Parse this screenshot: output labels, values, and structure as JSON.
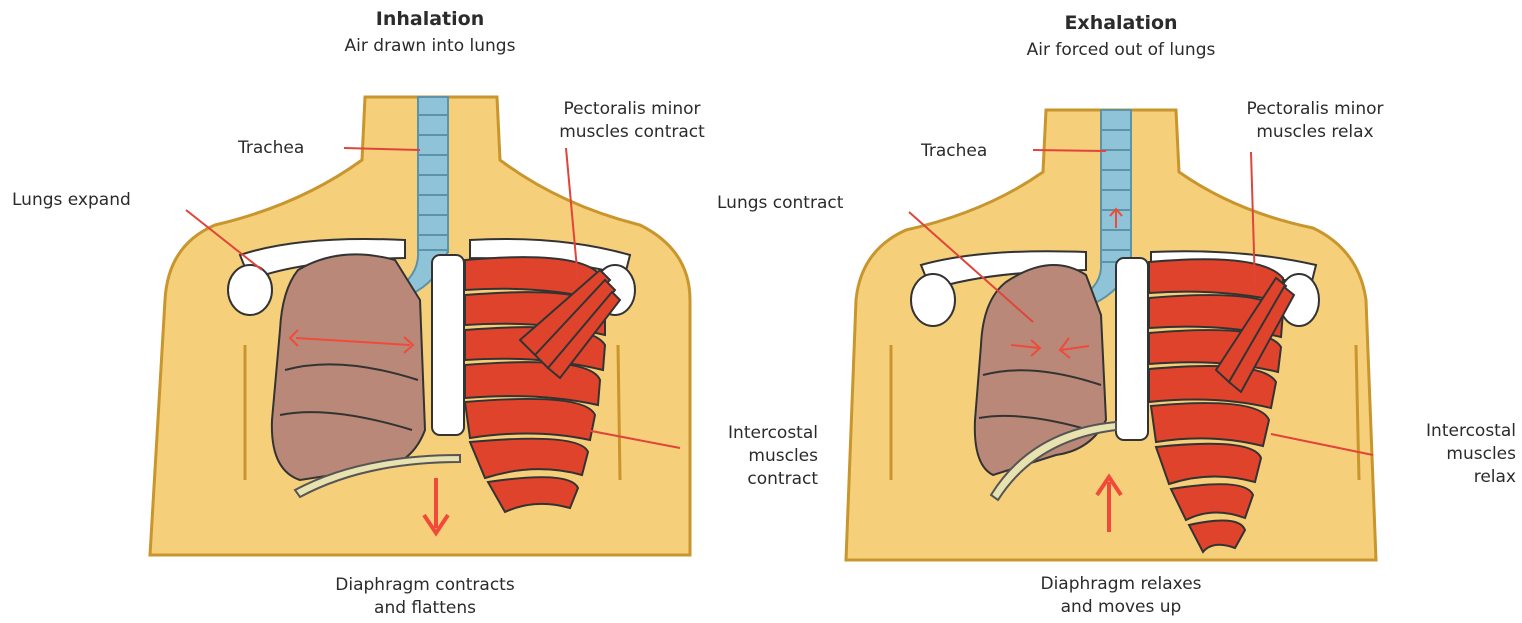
{
  "inhalation": {
    "title": "Inhalation",
    "subtitle": "Air drawn into lungs",
    "labels": {
      "trachea": "Trachea",
      "lungs": "Lungs expand",
      "pectoralis": "Pectoralis minor\nmuscles contract",
      "intercostal": "Intercostal\nmuscles\ncontract",
      "diaphragm": "Diaphragm contracts\nand flattens"
    }
  },
  "exhalation": {
    "title": "Exhalation",
    "subtitle": "Air forced out of lungs",
    "labels": {
      "trachea": "Trachea",
      "lungs": "Lungs contract",
      "pectoralis": "Pectoralis minor\nmuscles relax",
      "intercostal": "Intercostal\nmuscles\nrelax",
      "diaphragm": "Diaphragm relaxes\nand moves up"
    }
  },
  "colors": {
    "skin": "#f5cf7a",
    "skin_outline": "#c9962e",
    "lung": "#b98878",
    "muscle": "#e0432c",
    "trachea": "#8fc3d8",
    "bone": "#ffffff",
    "leader_line": "#e0443a",
    "arrow": "#f04a3a"
  }
}
